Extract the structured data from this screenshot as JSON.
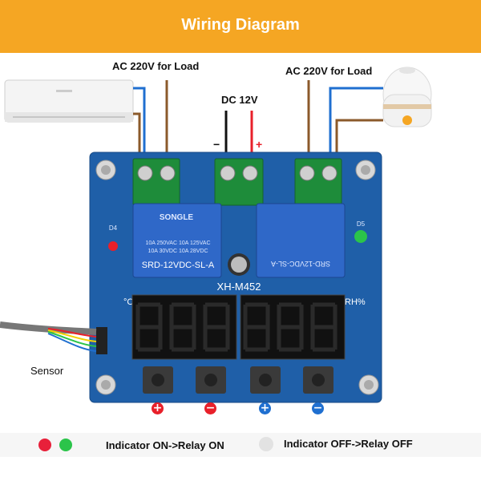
{
  "header": {
    "title": "Wiring Diagram",
    "background": "#f5a623"
  },
  "labels": {
    "load_left": "AC 220V for Load",
    "load_right": "AC 220V for Load",
    "power": "DC 12V",
    "minus": "−",
    "plus": "+",
    "sensor": "Sensor"
  },
  "board": {
    "model": "XH-M452",
    "unit_left": "°C",
    "unit_right": "RH%",
    "relay_left_brand": "SONGLE",
    "relay_left_rating_1": "10A 250VAC  10A 125VAC",
    "relay_left_rating_2": "10A 30VDC  10A 28VDC",
    "relay_left_model": "SRD-12VDC-SL-A",
    "relay_right_model": "SRD-12VDC-SL-A",
    "led_left": "D4",
    "led_right": "D5",
    "color": "#1f5fa8"
  },
  "buttons": [
    {
      "sign": "+",
      "color": "#e8202a"
    },
    {
      "sign": "−",
      "color": "#e8202a"
    },
    {
      "sign": "+",
      "color": "#1f6fd0"
    },
    {
      "sign": "−",
      "color": "#1f6fd0"
    }
  ],
  "legend": {
    "on_text": "Indicator ON->Relay ON",
    "off_text": "Indicator OFF->Relay OFF",
    "on_colors": [
      "#e8203a",
      "#2bc44a"
    ],
    "off_color": "#e2e2e2"
  }
}
